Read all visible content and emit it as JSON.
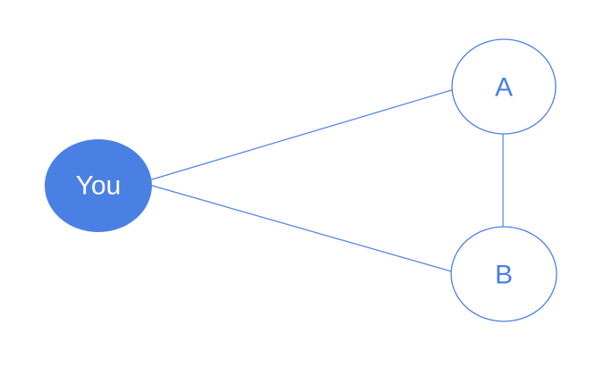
{
  "colors": {
    "accent": "#4a80e4",
    "background": "#ffffff",
    "node_you_fill": "#4a80e4",
    "node_outline_stroke": "#4a80e4",
    "edge_stroke": "#4a80e4",
    "node_you_label_color": "#ffffff",
    "outlined_node_label_color": "#4a80e4"
  },
  "graph": {
    "nodes": [
      {
        "id": "you",
        "label": "You",
        "style": "filled"
      },
      {
        "id": "A",
        "label": "A",
        "style": "outlined"
      },
      {
        "id": "B",
        "label": "B",
        "style": "outlined"
      }
    ],
    "edges": [
      {
        "from": "You",
        "to": "A"
      },
      {
        "from": "You",
        "to": "B"
      },
      {
        "from": "A",
        "to": "B"
      }
    ]
  }
}
